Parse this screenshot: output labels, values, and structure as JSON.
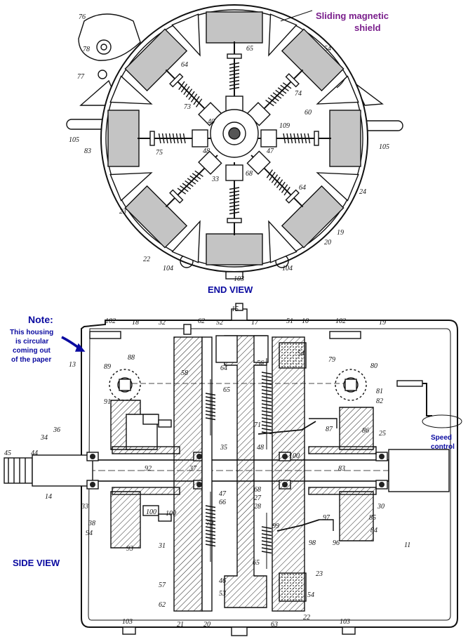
{
  "annotations": {
    "shield_label": [
      "Sliding magnetic",
      "shield"
    ],
    "end_view_label": "END VIEW",
    "side_view_label": "SIDE VIEW",
    "note_title": "Note:",
    "note_lines": [
      "This housing",
      "is circular",
      "coming out",
      "of the paper"
    ],
    "speed_label": [
      "Speed",
      "control"
    ]
  },
  "colors": {
    "ink": "#111111",
    "magnet_fill": "#c4c4c4",
    "caption_blue": "#0a0aa0",
    "shield_purple": "#7a1e8c"
  },
  "end_view_refs": [
    "76",
    "78",
    "77",
    "105",
    "83",
    "65",
    "64",
    "75",
    "73",
    "74",
    "54",
    "60",
    "40",
    "48",
    "47",
    "68",
    "33",
    "105",
    "64",
    "24",
    "23",
    "19",
    "20",
    "22",
    "104",
    "103",
    "104",
    "109"
  ],
  "side_view_refs": [
    "102",
    "18",
    "32",
    "62",
    "52",
    "15",
    "17",
    "51",
    "10",
    "102",
    "19",
    "13",
    "88",
    "89",
    "58",
    "64",
    "65",
    "56",
    "54",
    "79",
    "80",
    "81",
    "82",
    "91",
    "71",
    "87",
    "86",
    "25",
    "100",
    "34",
    "36",
    "35",
    "48",
    "45",
    "44",
    "92",
    "37",
    "83",
    "14",
    "33",
    "38",
    "94",
    "100",
    "47",
    "66",
    "68",
    "27",
    "28",
    "99",
    "97",
    "30",
    "85",
    "84",
    "98",
    "96",
    "70",
    "93",
    "31",
    "100",
    "11",
    "57",
    "65",
    "46",
    "53",
    "23",
    "62",
    "54",
    "103",
    "21",
    "20",
    "63",
    "22",
    "103"
  ]
}
